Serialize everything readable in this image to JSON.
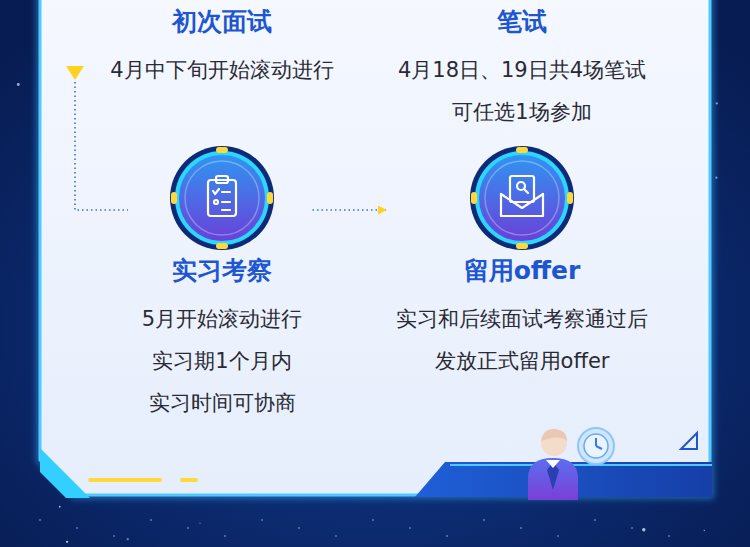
{
  "diagram": {
    "nodes": [
      {
        "text": [
          "初次面试",
          "4月中下旬开始滚动进行"
        ]
      },
      {
        "text": [
          "笔试",
          "4月18日、19日共4场笔试 可任选1场参加"
        ]
      },
      {
        "text": [
          "实习考察",
          "5月开始滚动进行 实习期1个月内 实习时间可协商"
        ]
      },
      {
        "text": [
          "留用offer",
          "实习和后续面试考察通过后 发放正式留用offer"
        ]
      }
    ],
    "edges": [
      {
        "from": 2,
        "to": 3,
        "arrow": "to"
      }
    ]
  }
}
